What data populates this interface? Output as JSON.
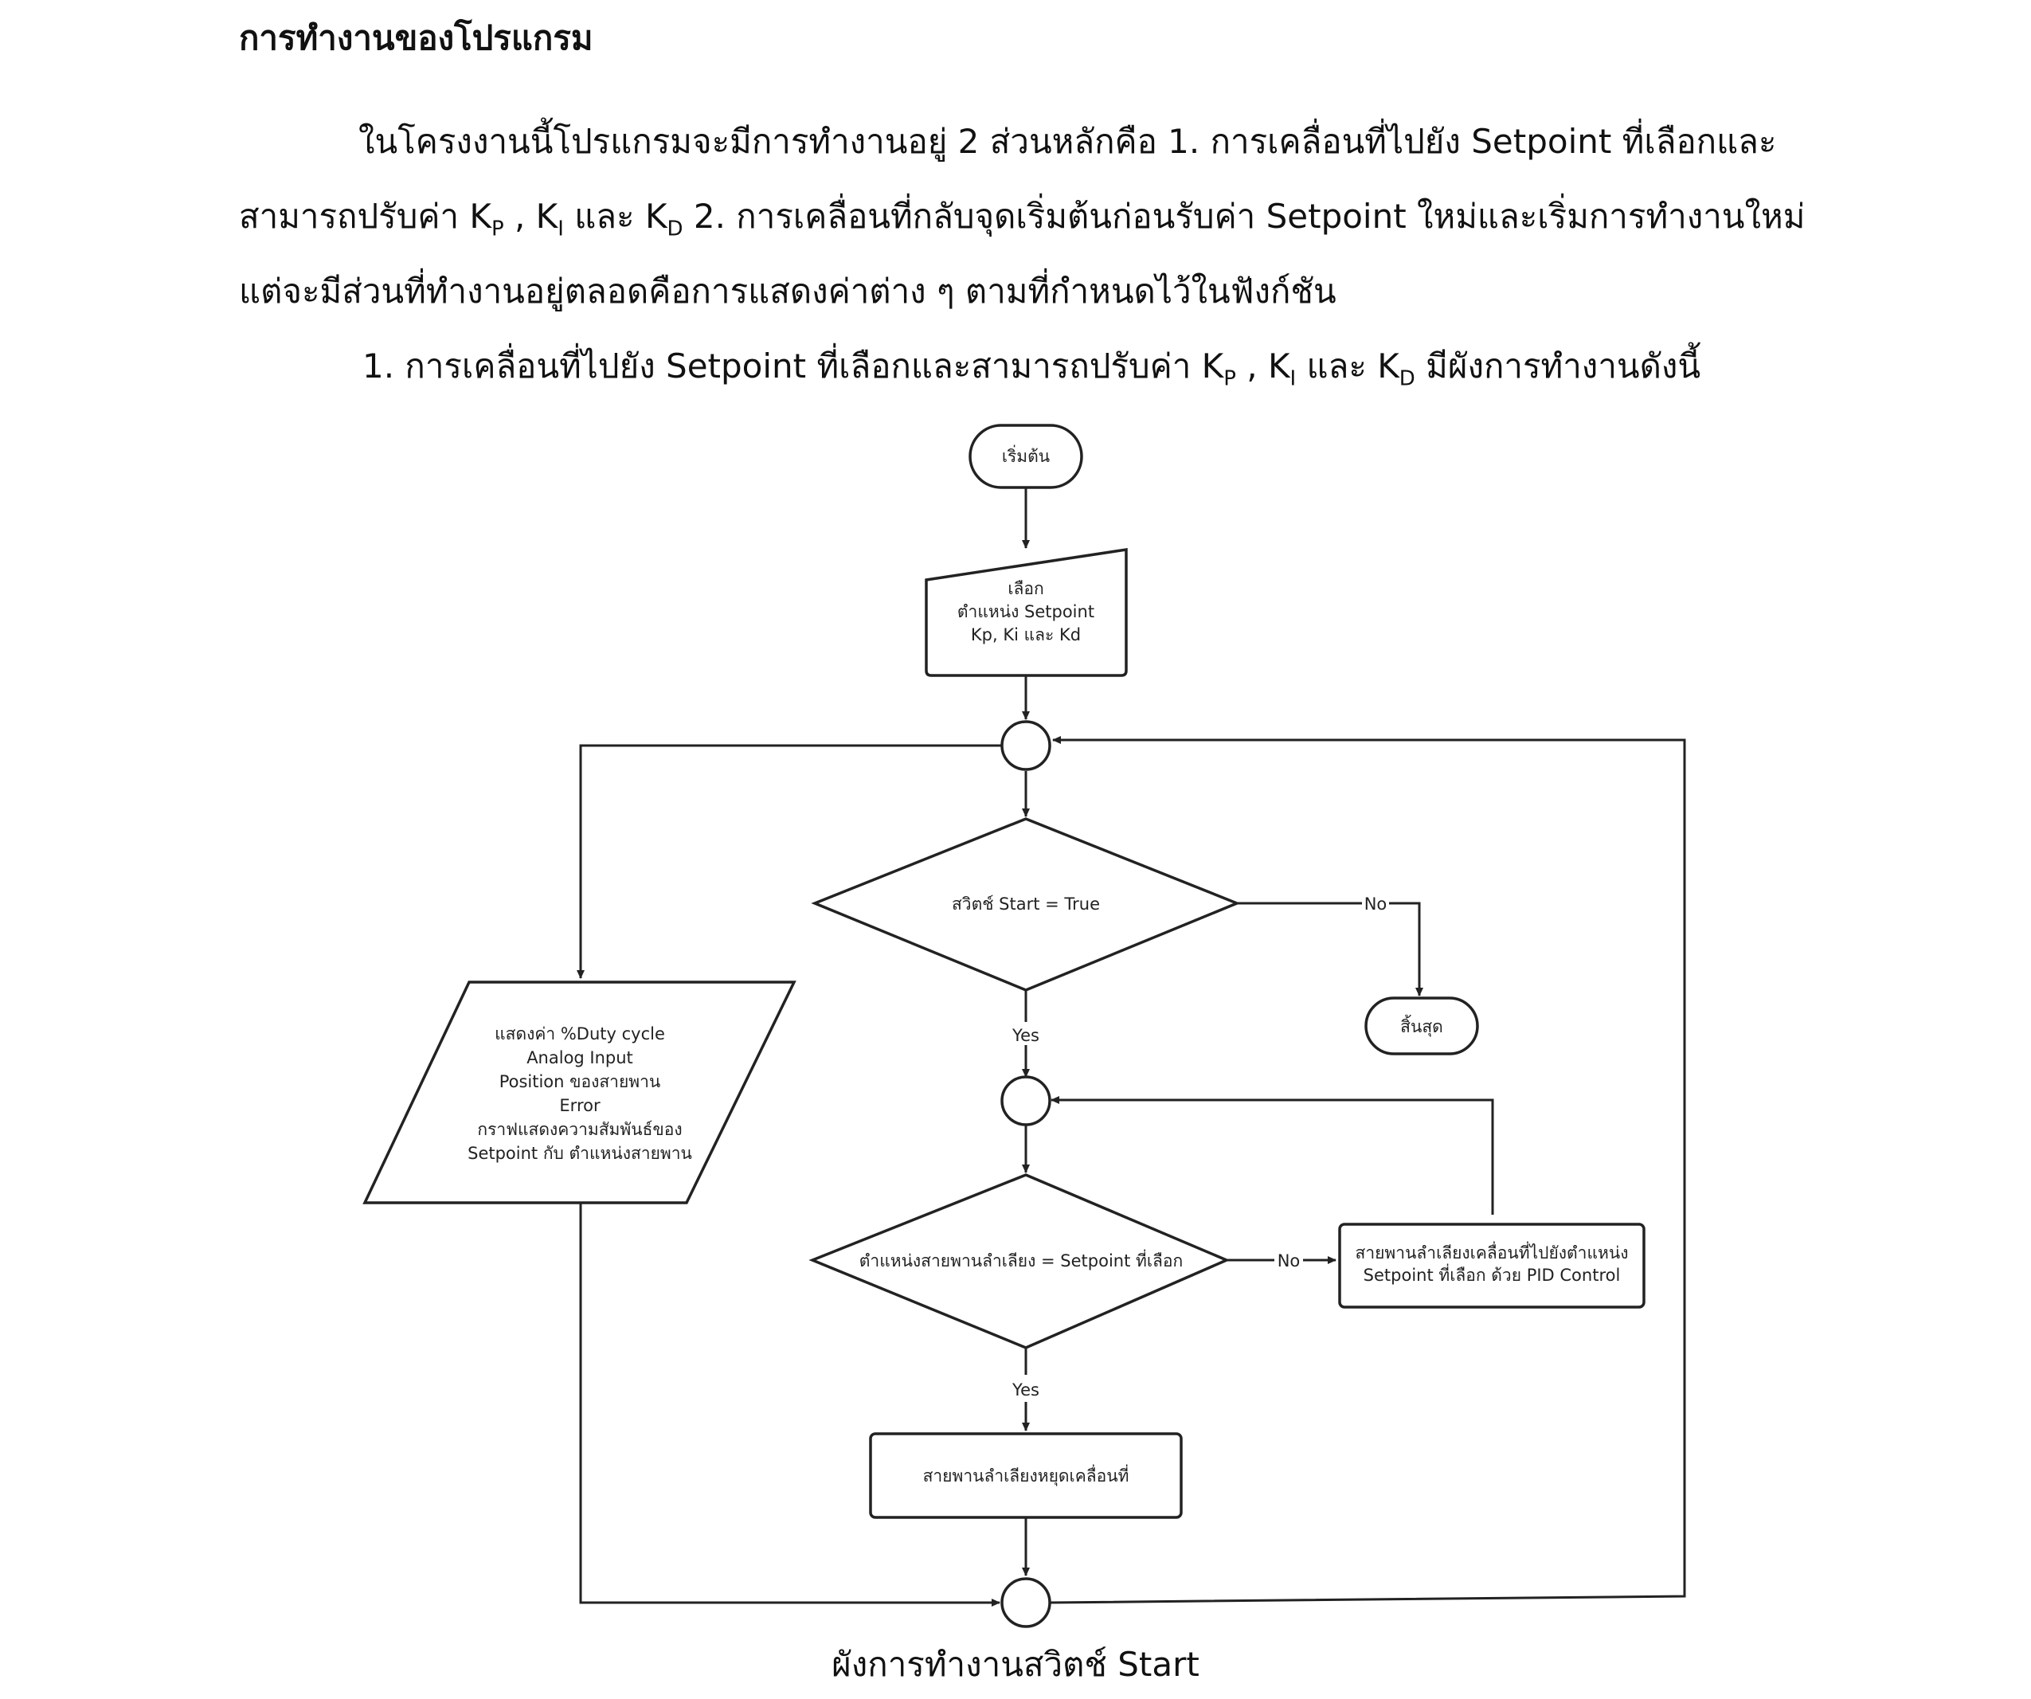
{
  "document": {
    "title": "การทำงานของโปรแกรม",
    "paragraph1": {
      "line1": "ในโครงงานนี้โปรแกรมจะมีการทำงานอยู่ 2 ส่วนหลักคือ 1. การเคลื่อนที่ไปยัง Setpoint ที่เลือกและ",
      "line2_a": "สามารถปรับค่า K",
      "line2_sub_p": "P",
      "line2_b": " , K",
      "line2_sub_i": "I",
      "line2_c": " และ K",
      "line2_sub_d": "D",
      "line2_d": " 2. การเคลื่อนที่กลับจุดเริ่มต้นก่อนรับค่า Setpoint ใหม่และเริ่มการทำงานใหม่",
      "line3": "แต่จะมีส่วนที่ทำงานอยู่ตลอดคือการแสดงค่าต่าง ๆ ตามที่กำหนดไว้ในฟังก์ชัน"
    },
    "item1": {
      "a": "1. การเคลื่อนที่ไปยัง Setpoint ที่เลือกและสามารถปรับค่า K",
      "sub_p": "P",
      "b": " , K",
      "sub_i": "I",
      "c": " และ K",
      "sub_d": "D",
      "d": " มีผังการทำงานดังนี้"
    },
    "caption": "ผังการทำงานสวิตช์ Start"
  },
  "flowchart": {
    "start": "เริ่มต้น",
    "input_lines": [
      "เลือก",
      "ตำแหน่ง Setpoint",
      "Kp, Ki และ Kd"
    ],
    "decision1": "สวิตช์ Start = True",
    "label_no_1": "No",
    "label_yes_1": "Yes",
    "end": "สิ้นสุด",
    "display_lines": [
      "แสดงค่า %Duty cycle",
      "Analog Input",
      "Position ของสายพาน",
      "Error",
      "กราฟแสดงความสัมพันธ์ของ",
      "Setpoint กับ ตำแหน่งสายพาน"
    ],
    "decision2": "ตำแหน่งสายพานลำเลียง = Setpoint ที่เลือก",
    "label_no_2": "No",
    "label_yes_2": "Yes",
    "pid_lines": [
      "สายพานลำเลียงเคลื่อนที่ไปยังตำแหน่ง",
      "Setpoint ที่เลือก ด้วย PID Control"
    ],
    "stop": "สายพานลำเลียงหยุดเคลื่อนที่"
  }
}
